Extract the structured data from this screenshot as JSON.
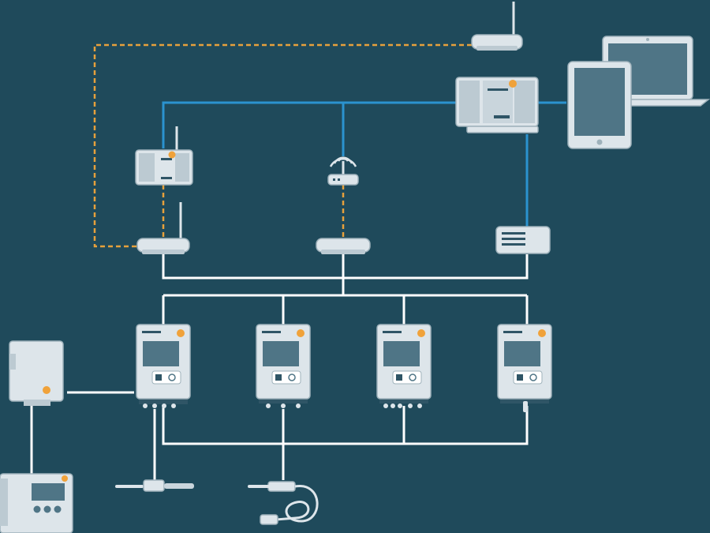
{
  "colors": {
    "background": "#1f4a5b",
    "device_body": "#dde5ea",
    "device_shade": "#b9c7cf",
    "device_outline": "#8fa4ae",
    "screen": "#4f7586",
    "accent_dot": "#f0a23a",
    "lan_line": "#2b93cf",
    "radio_link": "#e6a03c",
    "bus_line": "#ffffff"
  },
  "nodes": [
    {
      "id": "top-router",
      "icon": "router-icon"
    },
    {
      "id": "base-station-left",
      "icon": "base-station-icon"
    },
    {
      "id": "wifi-access-point",
      "icon": "wifi-router-icon"
    },
    {
      "id": "central-server",
      "icon": "server-icon"
    },
    {
      "id": "laptop",
      "icon": "laptop-icon"
    },
    {
      "id": "tablet",
      "icon": "tablet-icon"
    },
    {
      "id": "radio-router-left",
      "icon": "router-icon"
    },
    {
      "id": "router-middle",
      "icon": "router-icon"
    },
    {
      "id": "gateway-right",
      "icon": "gateway-icon"
    },
    {
      "id": "data-logger-1",
      "icon": "data-logger-icon"
    },
    {
      "id": "data-logger-2",
      "icon": "data-logger-icon"
    },
    {
      "id": "data-logger-3",
      "icon": "data-logger-icon"
    },
    {
      "id": "data-logger-4",
      "icon": "data-logger-icon"
    },
    {
      "id": "analog-module",
      "icon": "module-box-icon"
    },
    {
      "id": "control-unit",
      "icon": "control-unit-icon"
    },
    {
      "id": "probe-sensor",
      "icon": "probe-icon"
    },
    {
      "id": "cable-sensor",
      "icon": "cable-probe-icon"
    }
  ],
  "links": [
    {
      "type": "radio",
      "from": "top-router",
      "to": "radio-router-left"
    },
    {
      "type": "radio",
      "from": "base-station-left",
      "to": "radio-router-left"
    },
    {
      "type": "radio",
      "from": "wifi-access-point",
      "to": "router-middle"
    },
    {
      "type": "lan",
      "from": "central-server",
      "to": "base-station-left"
    },
    {
      "type": "lan",
      "from": "central-server",
      "to": "wifi-access-point"
    },
    {
      "type": "lan",
      "from": "central-server",
      "to": "gateway-right"
    },
    {
      "type": "lan",
      "from": "central-server",
      "to": "laptop"
    },
    {
      "type": "bus",
      "from": "radio-router-left",
      "to": "data-logger-1"
    },
    {
      "type": "bus",
      "from": "router-middle",
      "to": "data-logger-2"
    },
    {
      "type": "bus",
      "from": "gateway-right",
      "to": "data-logger-4"
    },
    {
      "type": "bus",
      "from": "data-logger-1",
      "to": "data-logger-3"
    },
    {
      "type": "bus",
      "from": "analog-module",
      "to": "data-logger-1"
    },
    {
      "type": "bus",
      "from": "analog-module",
      "to": "control-unit"
    },
    {
      "type": "bus",
      "from": "data-logger-1",
      "to": "probe-sensor"
    },
    {
      "type": "bus",
      "from": "data-logger-2",
      "to": "cable-sensor"
    }
  ]
}
